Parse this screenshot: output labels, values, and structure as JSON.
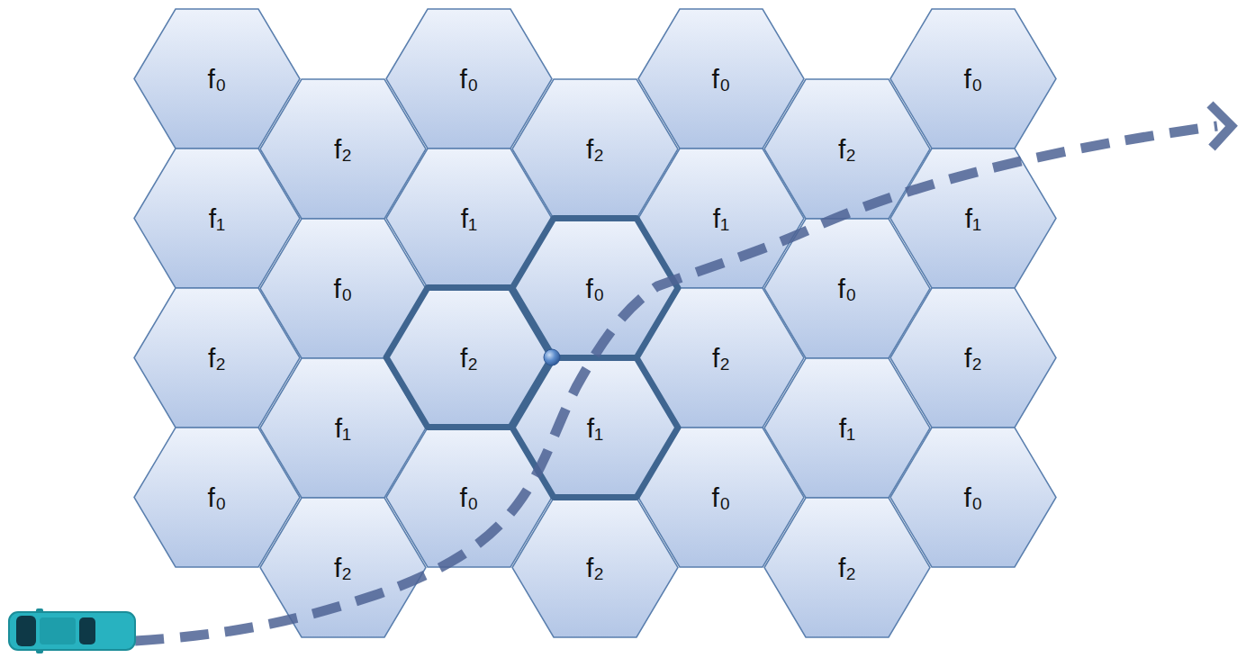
{
  "diagram": {
    "nodes": [
      {
        "text": [
          "f₀"
        ]
      },
      {
        "text": [
          "f₀"
        ]
      },
      {
        "text": [
          "f₀"
        ]
      },
      {
        "text": [
          "f₀"
        ]
      },
      {
        "text": [
          "f₂"
        ]
      },
      {
        "text": [
          "f₂"
        ]
      },
      {
        "text": [
          "f₂"
        ]
      },
      {
        "text": [
          "f₁"
        ]
      },
      {
        "text": [
          "f₁"
        ]
      },
      {
        "text": [
          "f₁"
        ]
      },
      {
        "text": [
          "f₁"
        ]
      },
      {
        "text": [
          "f₀"
        ]
      },
      {
        "text": [
          "f₀"
        ]
      },
      {
        "text": [
          "f₀"
        ]
      },
      {
        "text": [
          "f₂"
        ]
      },
      {
        "text": [
          "f₂"
        ]
      },
      {
        "text": [
          "f₂"
        ]
      },
      {
        "text": [
          "f₂"
        ]
      },
      {
        "text": [
          "f₁"
        ]
      },
      {
        "text": [
          "f₁"
        ]
      },
      {
        "text": [
          "f₁"
        ]
      },
      {
        "text": [
          "f₀"
        ]
      },
      {
        "text": [
          "f₀"
        ]
      },
      {
        "text": [
          "f₀"
        ]
      },
      {
        "text": [
          "f₀"
        ]
      },
      {
        "text": [
          "f₂"
        ]
      },
      {
        "text": [
          "f₂"
        ]
      },
      {
        "text": [
          "f₂"
        ]
      }
    ]
  }
}
